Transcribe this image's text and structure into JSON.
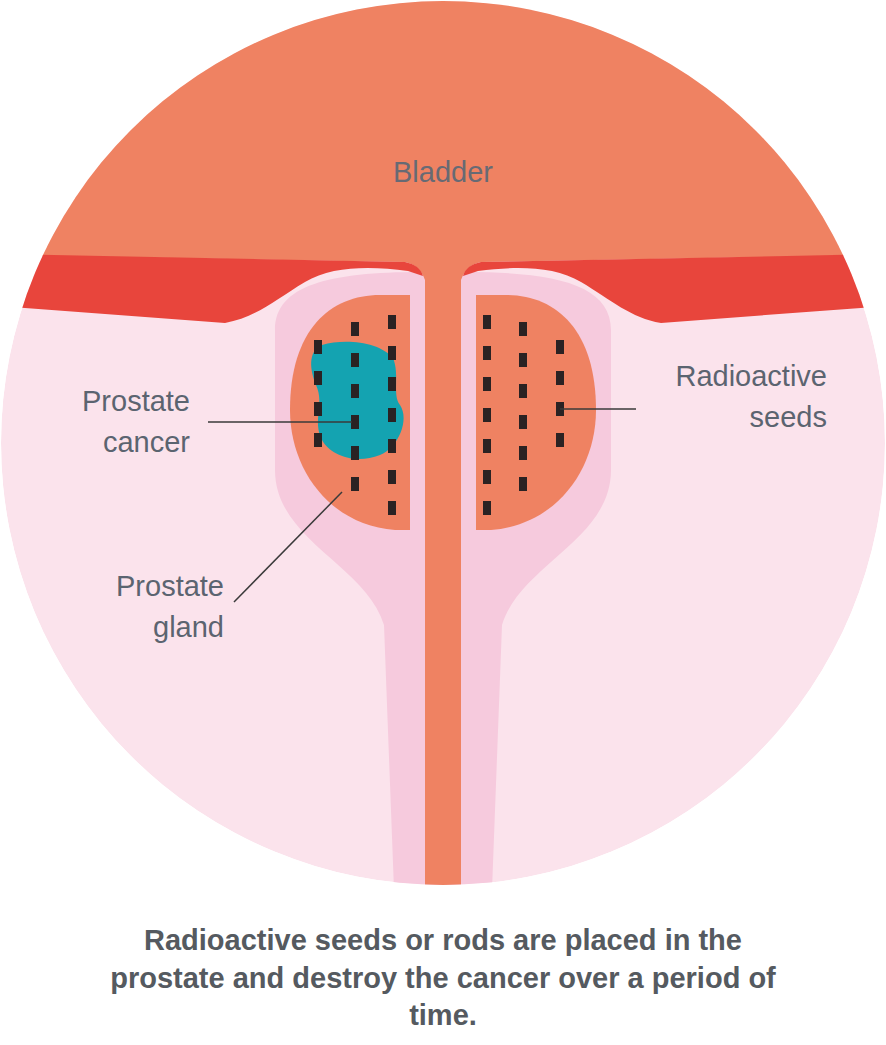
{
  "diagram": {
    "caption": "Radioactive seeds or rods are placed in the prostate and destroy the cancer over a period of time.",
    "nodes": [
      {
        "text": [
          "Bladder"
        ]
      }
    ],
    "labels": [
      "Prostate cancer",
      "Radioactive seeds",
      "Prostate gland"
    ]
  }
}
